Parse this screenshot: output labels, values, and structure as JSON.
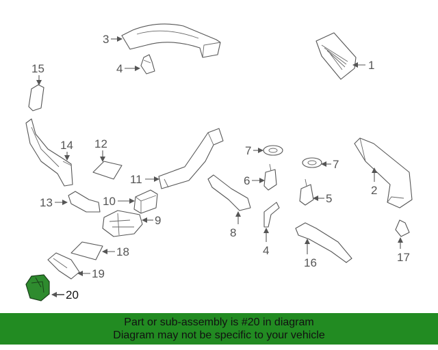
{
  "diagram": {
    "callouts": [
      "1",
      "2",
      "3",
      "4",
      "4",
      "5",
      "6",
      "7",
      "7",
      "8",
      "9",
      "10",
      "11",
      "12",
      "13",
      "14",
      "15",
      "16",
      "17",
      "18",
      "19",
      "20"
    ],
    "highlight_color": "#2e8b2e"
  },
  "banner": {
    "line1": "Part or sub-assembly is #20 in diagram",
    "line2": "Diagram may not be specific to your vehicle",
    "background": "#228B22"
  }
}
